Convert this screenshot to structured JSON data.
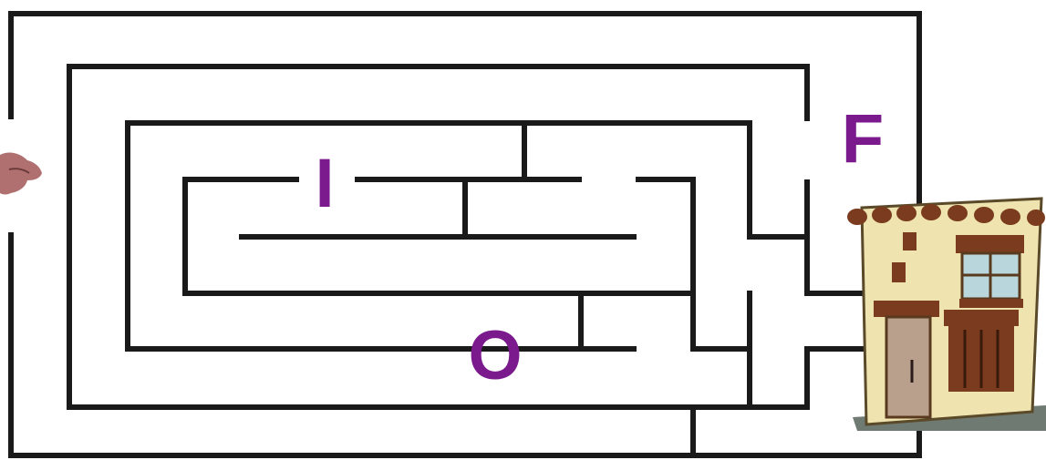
{
  "maze": {
    "letters": [
      {
        "id": "letter-i",
        "text": "I"
      },
      {
        "id": "letter-o",
        "text": "O"
      },
      {
        "id": "letter-f",
        "text": "F"
      }
    ],
    "colors": {
      "letter": "#7a1a8c",
      "wall": "#1a1a1a",
      "building_wall": "#efe4b0",
      "building_trim": "#7a3b1e",
      "window_glass": "#b8d6dc",
      "door": "#b9a08c",
      "ground": "#6f7a72",
      "hand": "#b07070"
    },
    "icons": {
      "start": "pointing-hand-icon",
      "goal": "adobe-house-icon"
    }
  }
}
